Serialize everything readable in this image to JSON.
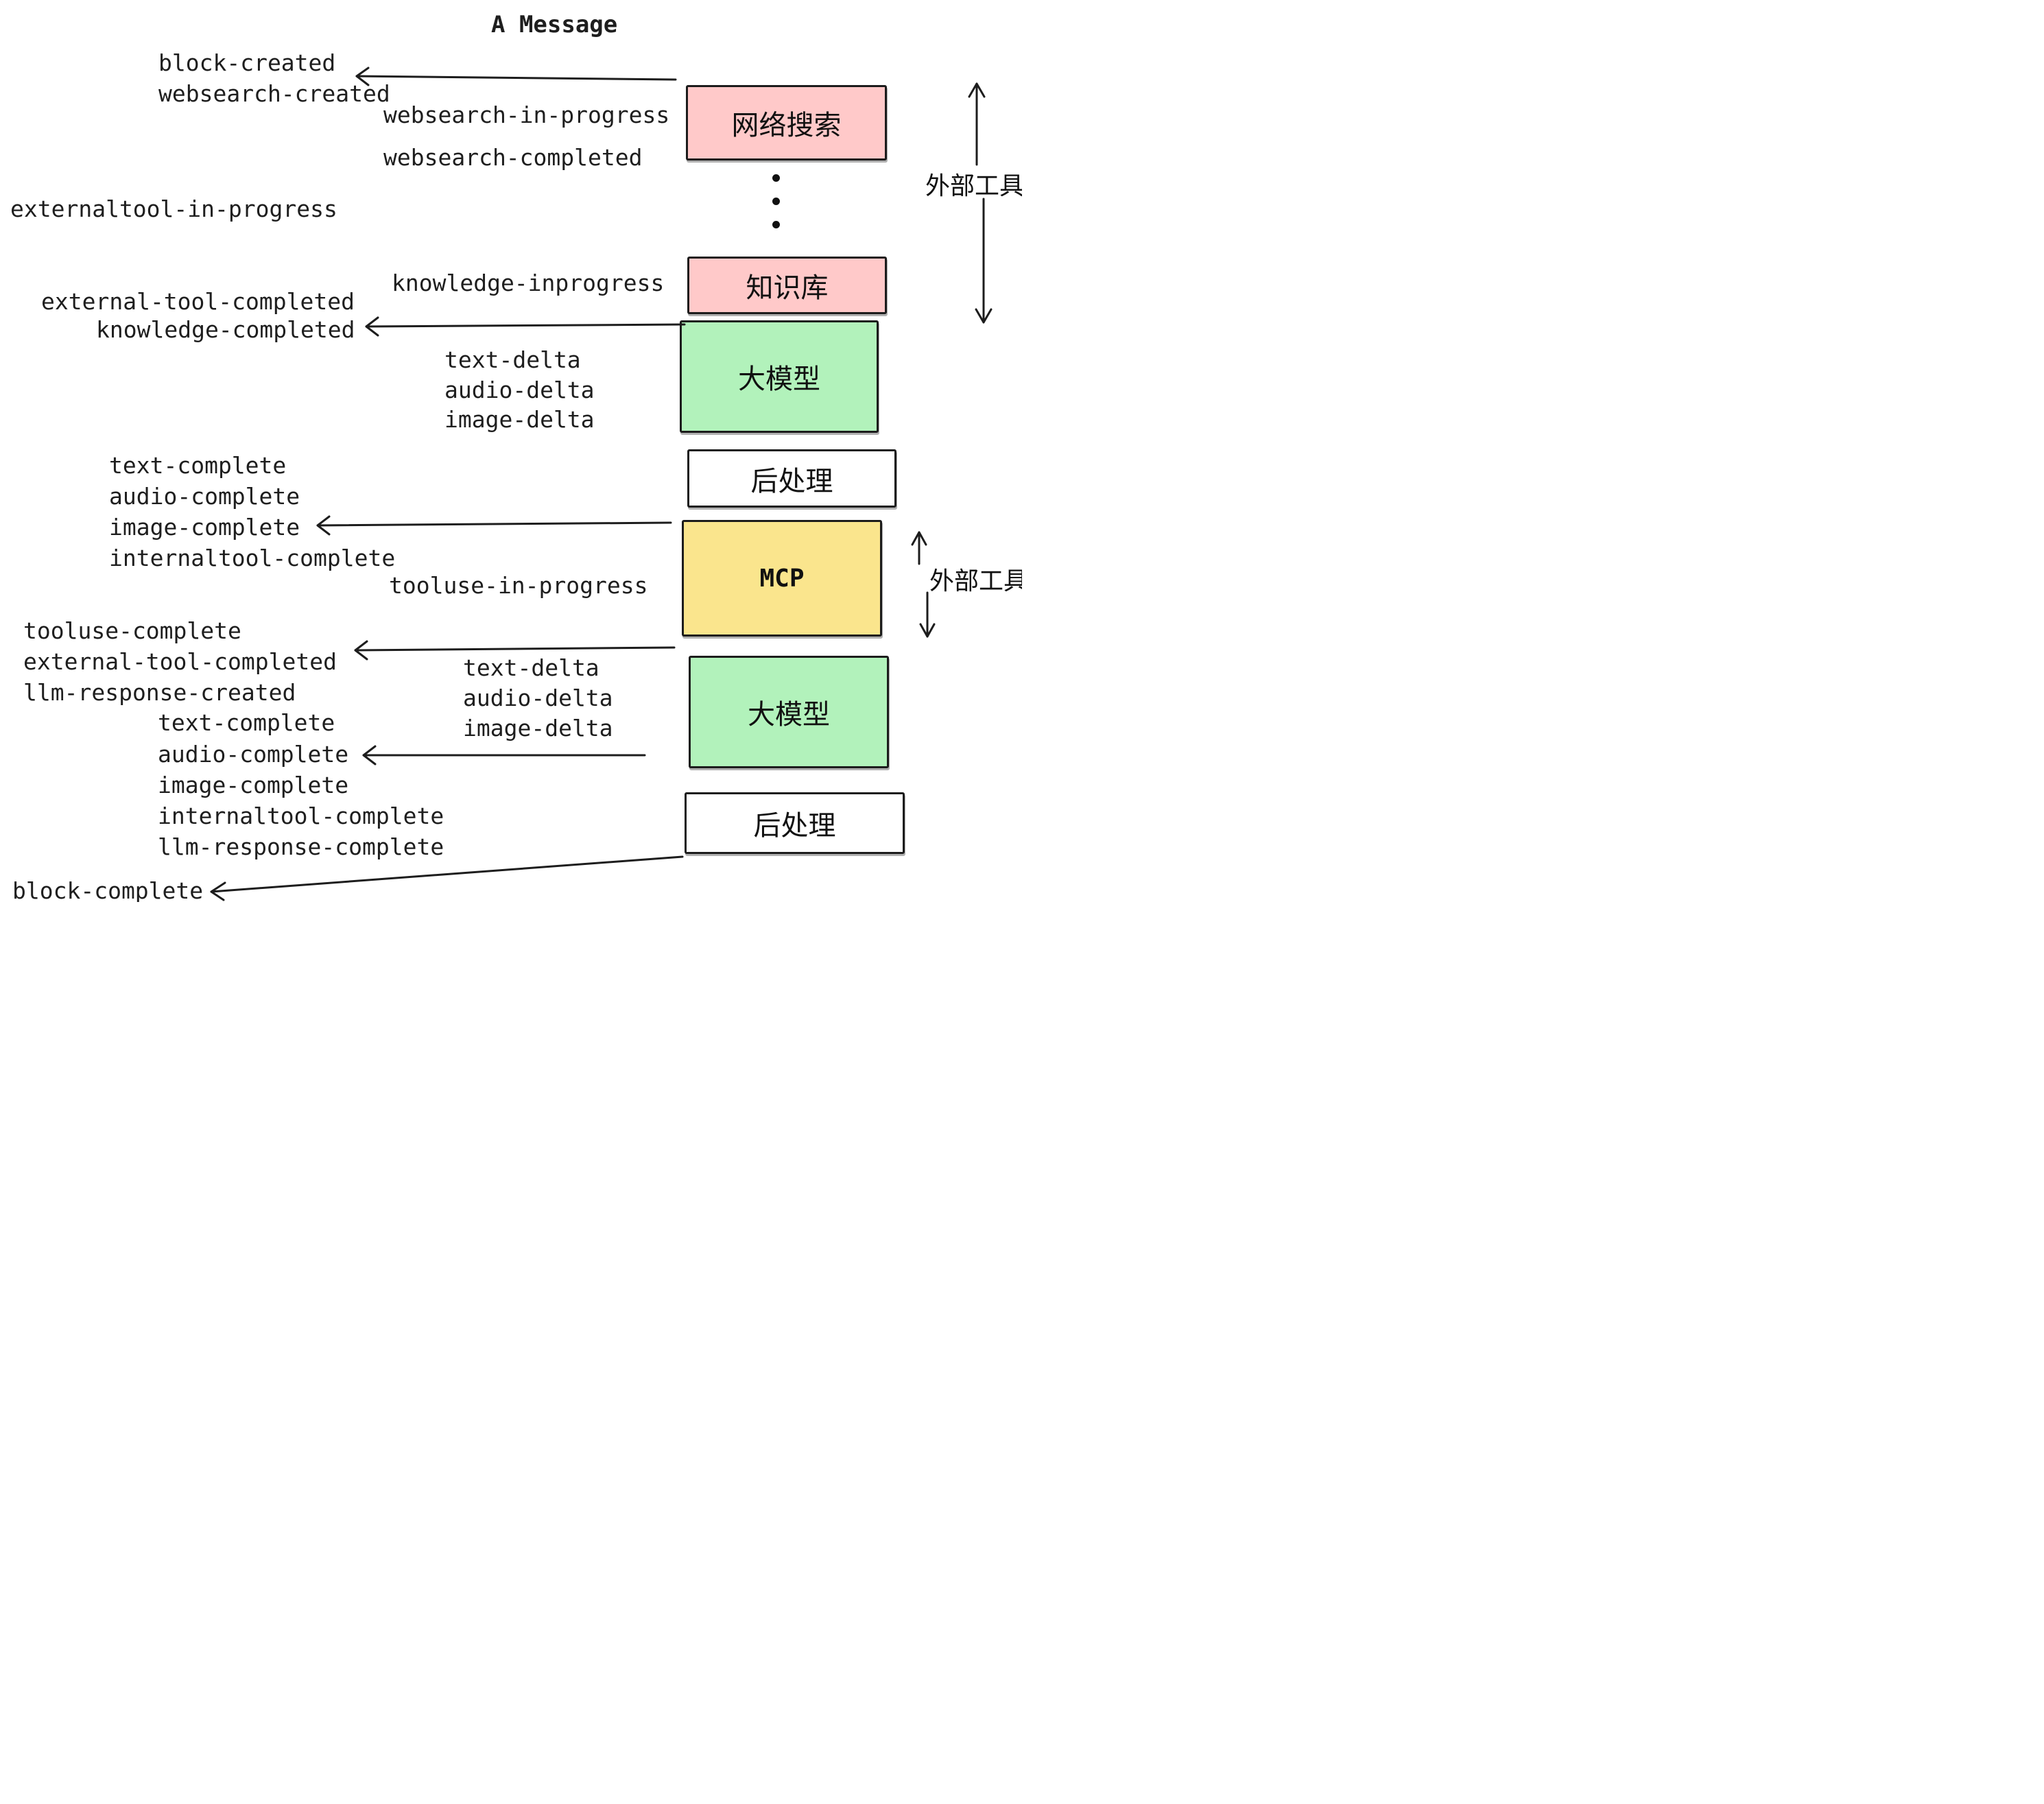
{
  "title": "A Message",
  "colors": {
    "pink": "#ffc9c9",
    "green": "#b2f2bb",
    "yellow": "#fae58d",
    "white": "#ffffff",
    "stroke": "#1d1d1d"
  },
  "boxes": [
    {
      "id": "websearch",
      "label": "网络搜索",
      "color": "pink"
    },
    {
      "id": "knowledge",
      "label": "知识库",
      "color": "pink"
    },
    {
      "id": "llm-1",
      "label": "大模型",
      "color": "green"
    },
    {
      "id": "postprocess-1",
      "label": "后处理",
      "color": "white"
    },
    {
      "id": "mcp",
      "label": "MCP",
      "color": "yellow"
    },
    {
      "id": "llm-2",
      "label": "大模型",
      "color": "green"
    },
    {
      "id": "postprocess-2",
      "label": "后处理",
      "color": "white"
    }
  ],
  "side_labels": {
    "external_tools_1": "外部工具",
    "external_tools_2": "外部工具"
  },
  "events": {
    "block_created": "block-created",
    "websearch_created": "websearch-created",
    "websearch_in_progress": "websearch-in-progress",
    "websearch_completed": "websearch-completed",
    "externaltool_in_progress": "externaltool-in-progress",
    "knowledge_inprogress": "knowledge-inprogress",
    "external_tool_completed": "external-tool-completed",
    "knowledge_completed": "knowledge-completed",
    "text_delta_1": "text-delta",
    "audio_delta_1": "audio-delta",
    "image_delta_1": "image-delta",
    "text_complete_1": "text-complete",
    "audio_complete_1": "audio-complete",
    "image_complete_1": "image-complete",
    "internaltool_complete_1": "internaltool-complete",
    "tooluse_in_progress": "tooluse-in-progress",
    "tooluse_complete": "tooluse-complete",
    "external_tool_completed_2": "external-tool-completed",
    "llm_response_created": "llm-response-created",
    "text_delta_2": "text-delta",
    "audio_delta_2": "audio-delta",
    "image_delta_2": "image-delta",
    "text_complete_2": "text-complete",
    "audio_complete_2": "audio-complete",
    "image_complete_2": "image-complete",
    "internaltool_complete_2": "internaltool-complete",
    "llm_response_complete": "llm-response-complete",
    "block_complete": "block-complete"
  }
}
